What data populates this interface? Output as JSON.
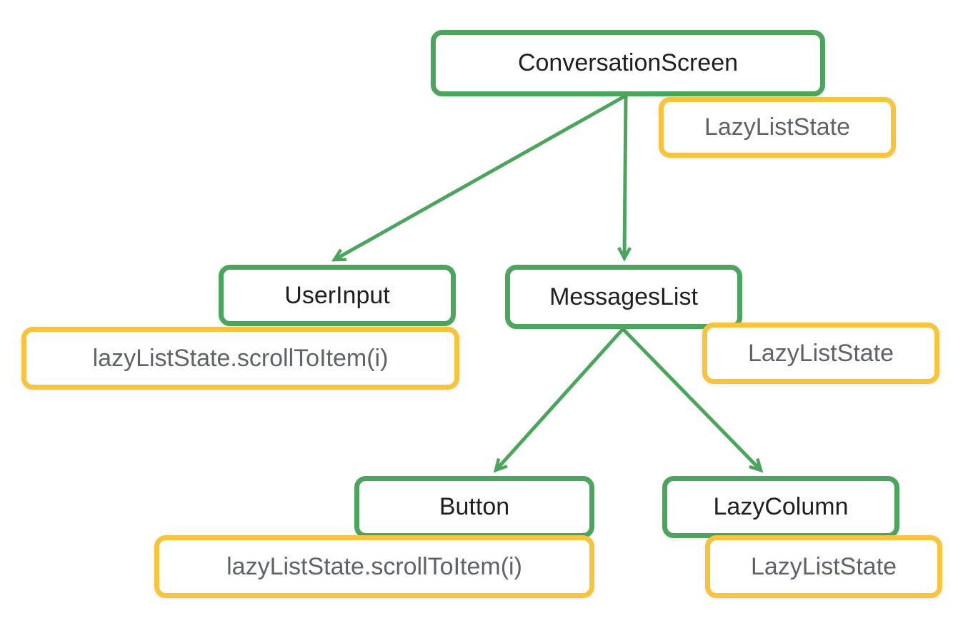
{
  "diagram": {
    "type": "tree",
    "description": "Composable hierarchy with hoisted LazyListState",
    "colors": {
      "node_border": "#4DA45F",
      "state_border": "#F8C43D",
      "edge": "#4DA45F",
      "node_text": "#1F1F1F",
      "state_text": "#5F6368",
      "background": "#FFFFFF"
    },
    "nodes": [
      {
        "id": "conversation-screen",
        "label": "ConversationScreen",
        "kind": "composable"
      },
      {
        "id": "user-input",
        "label": "UserInput",
        "kind": "composable"
      },
      {
        "id": "messages-list",
        "label": "MessagesList",
        "kind": "composable"
      },
      {
        "id": "button",
        "label": "Button",
        "kind": "composable"
      },
      {
        "id": "lazy-column",
        "label": "LazyColumn",
        "kind": "composable"
      }
    ],
    "states": [
      {
        "id": "state-conversation-screen",
        "attached_to": "conversation-screen",
        "label": "LazyListState"
      },
      {
        "id": "state-user-input",
        "attached_to": "user-input",
        "label": "lazyListState.scrollToItem(i)"
      },
      {
        "id": "state-messages-list",
        "attached_to": "messages-list",
        "label": "LazyListState"
      },
      {
        "id": "state-button",
        "attached_to": "button",
        "label": "lazyListState.scrollToItem(i)"
      },
      {
        "id": "state-lazy-column",
        "attached_to": "lazy-column",
        "label": "LazyListState"
      }
    ],
    "edges": [
      {
        "from": "conversation-screen",
        "to": "user-input"
      },
      {
        "from": "conversation-screen",
        "to": "messages-list"
      },
      {
        "from": "messages-list",
        "to": "button"
      },
      {
        "from": "messages-list",
        "to": "lazy-column"
      }
    ]
  }
}
